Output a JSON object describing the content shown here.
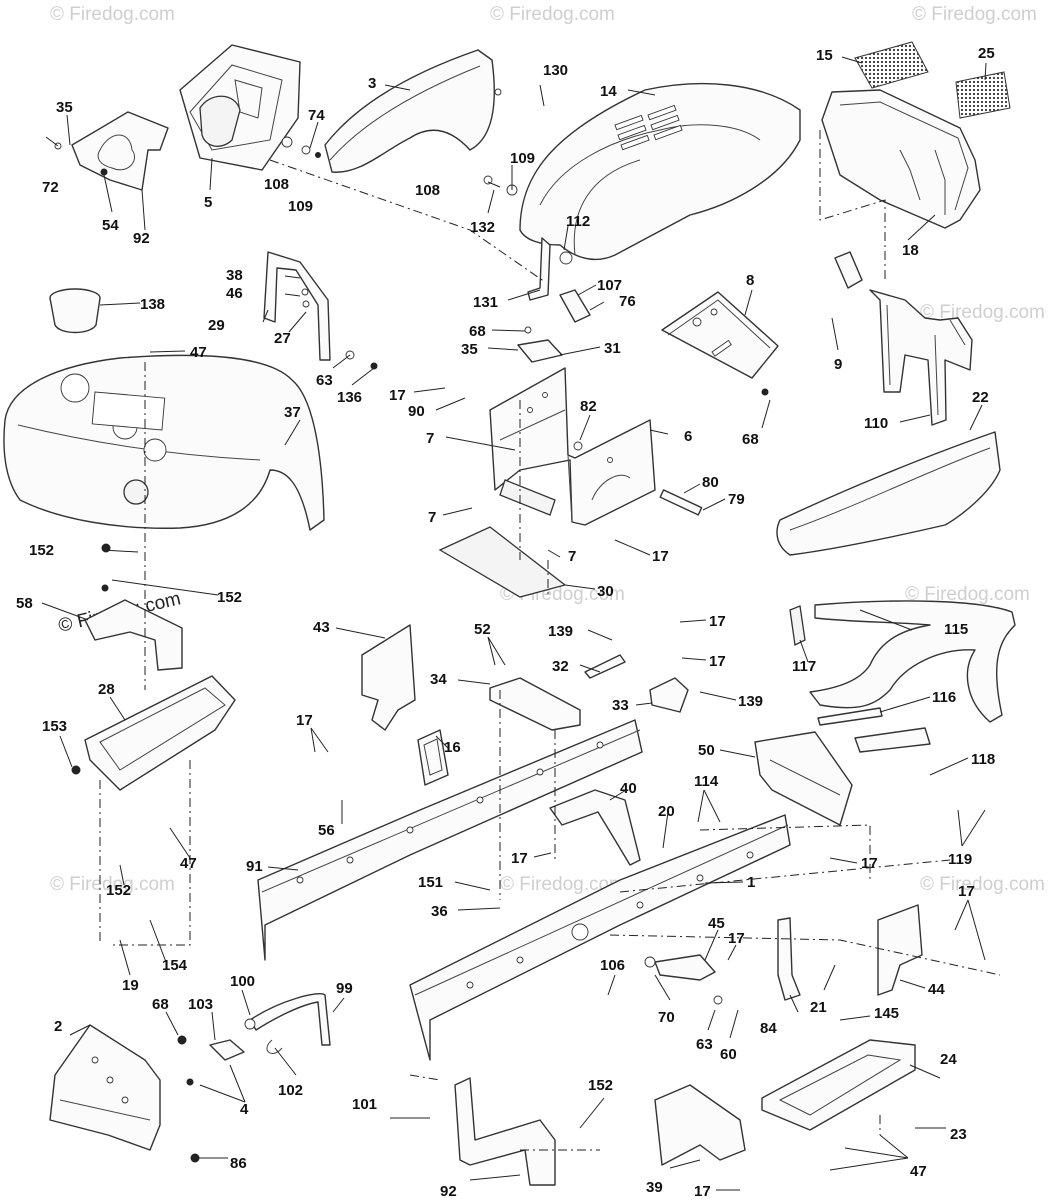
{
  "watermark": {
    "text": "© Firedog.com"
  },
  "callouts": [
    {
      "id": "c130",
      "label": "130"
    },
    {
      "id": "c3",
      "label": "3"
    },
    {
      "id": "c14",
      "label": "14"
    },
    {
      "id": "c15",
      "label": "15"
    },
    {
      "id": "c25",
      "label": "25"
    },
    {
      "id": "c35a",
      "label": "35"
    },
    {
      "id": "c72",
      "label": "72"
    },
    {
      "id": "c54",
      "label": "54"
    },
    {
      "id": "c92a",
      "label": "92"
    },
    {
      "id": "c5",
      "label": "5"
    },
    {
      "id": "c74",
      "label": "74"
    },
    {
      "id": "c108a",
      "label": "108"
    },
    {
      "id": "c109a",
      "label": "109"
    },
    {
      "id": "c109b",
      "label": "109"
    },
    {
      "id": "c108b",
      "label": "108"
    },
    {
      "id": "c132",
      "label": "132"
    },
    {
      "id": "c112",
      "label": "112"
    },
    {
      "id": "c18",
      "label": "18"
    },
    {
      "id": "c8",
      "label": "8"
    },
    {
      "id": "c38",
      "label": "38"
    },
    {
      "id": "c46",
      "label": "46"
    },
    {
      "id": "c29",
      "label": "29"
    },
    {
      "id": "c27",
      "label": "27"
    },
    {
      "id": "c138",
      "label": "138"
    },
    {
      "id": "c131",
      "label": "131"
    },
    {
      "id": "c107",
      "label": "107"
    },
    {
      "id": "c76",
      "label": "76"
    },
    {
      "id": "c68a",
      "label": "68"
    },
    {
      "id": "c35b",
      "label": "35"
    },
    {
      "id": "c31",
      "label": "31"
    },
    {
      "id": "c9",
      "label": "9"
    },
    {
      "id": "c47a",
      "label": "47"
    },
    {
      "id": "c63a",
      "label": "63"
    },
    {
      "id": "c136",
      "label": "136"
    },
    {
      "id": "c17a",
      "label": "17"
    },
    {
      "id": "c90",
      "label": "90"
    },
    {
      "id": "c82",
      "label": "82"
    },
    {
      "id": "c68b",
      "label": "68"
    },
    {
      "id": "c110",
      "label": "110"
    },
    {
      "id": "c22",
      "label": "22"
    },
    {
      "id": "c37",
      "label": "37"
    },
    {
      "id": "c7a",
      "label": "7"
    },
    {
      "id": "c6",
      "label": "6"
    },
    {
      "id": "c80",
      "label": "80"
    },
    {
      "id": "c79",
      "label": "79"
    },
    {
      "id": "c7b",
      "label": "7"
    },
    {
      "id": "c17b",
      "label": "17"
    },
    {
      "id": "c7c",
      "label": "7"
    },
    {
      "id": "c152a",
      "label": "152"
    },
    {
      "id": "c30",
      "label": "30"
    },
    {
      "id": "c58",
      "label": "58"
    },
    {
      "id": "c152b",
      "label": "152"
    },
    {
      "id": "c43",
      "label": "43"
    },
    {
      "id": "c52",
      "label": "52"
    },
    {
      "id": "c139a",
      "label": "139"
    },
    {
      "id": "c17c",
      "label": "17"
    },
    {
      "id": "c115",
      "label": "115"
    },
    {
      "id": "c32",
      "label": "32"
    },
    {
      "id": "c17d",
      "label": "17"
    },
    {
      "id": "c117",
      "label": "117"
    },
    {
      "id": "c28",
      "label": "28"
    },
    {
      "id": "c34",
      "label": "34"
    },
    {
      "id": "c33",
      "label": "33"
    },
    {
      "id": "c139b",
      "label": "139"
    },
    {
      "id": "c116",
      "label": "116"
    },
    {
      "id": "c153",
      "label": "153"
    },
    {
      "id": "c17e",
      "label": "17"
    },
    {
      "id": "c16",
      "label": "16"
    },
    {
      "id": "c50",
      "label": "50"
    },
    {
      "id": "c118",
      "label": "118"
    },
    {
      "id": "c56",
      "label": "56"
    },
    {
      "id": "c40",
      "label": "40"
    },
    {
      "id": "c114",
      "label": "114"
    },
    {
      "id": "c20",
      "label": "20"
    },
    {
      "id": "c47b",
      "label": "47"
    },
    {
      "id": "c119",
      "label": "119"
    },
    {
      "id": "c91",
      "label": "91"
    },
    {
      "id": "c17f",
      "label": "17"
    },
    {
      "id": "c17g",
      "label": "17"
    },
    {
      "id": "c1",
      "label": "1"
    },
    {
      "id": "c152c",
      "label": "152"
    },
    {
      "id": "c151",
      "label": "151"
    },
    {
      "id": "c17h",
      "label": "17"
    },
    {
      "id": "c36",
      "label": "36"
    },
    {
      "id": "c45",
      "label": "45"
    },
    {
      "id": "c17i",
      "label": "17"
    },
    {
      "id": "c154",
      "label": "154"
    },
    {
      "id": "c19",
      "label": "19"
    },
    {
      "id": "c100",
      "label": "100"
    },
    {
      "id": "c99",
      "label": "99"
    },
    {
      "id": "c106",
      "label": "106"
    },
    {
      "id": "c70",
      "label": "70"
    },
    {
      "id": "c21",
      "label": "21"
    },
    {
      "id": "c44",
      "label": "44"
    },
    {
      "id": "c68c",
      "label": "68"
    },
    {
      "id": "c103",
      "label": "103"
    },
    {
      "id": "c2",
      "label": "2"
    },
    {
      "id": "c63b",
      "label": "63"
    },
    {
      "id": "c60",
      "label": "60"
    },
    {
      "id": "c84",
      "label": "84"
    },
    {
      "id": "c145",
      "label": "145"
    },
    {
      "id": "c4",
      "label": "4"
    },
    {
      "id": "c102",
      "label": "102"
    },
    {
      "id": "c24",
      "label": "24"
    },
    {
      "id": "c101",
      "label": "101"
    },
    {
      "id": "c152d",
      "label": "152"
    },
    {
      "id": "c23",
      "label": "23"
    },
    {
      "id": "c86",
      "label": "86"
    },
    {
      "id": "c92b",
      "label": "92"
    },
    {
      "id": "c39",
      "label": "39"
    },
    {
      "id": "c17j",
      "label": "17"
    },
    {
      "id": "c47c",
      "label": "47"
    }
  ]
}
